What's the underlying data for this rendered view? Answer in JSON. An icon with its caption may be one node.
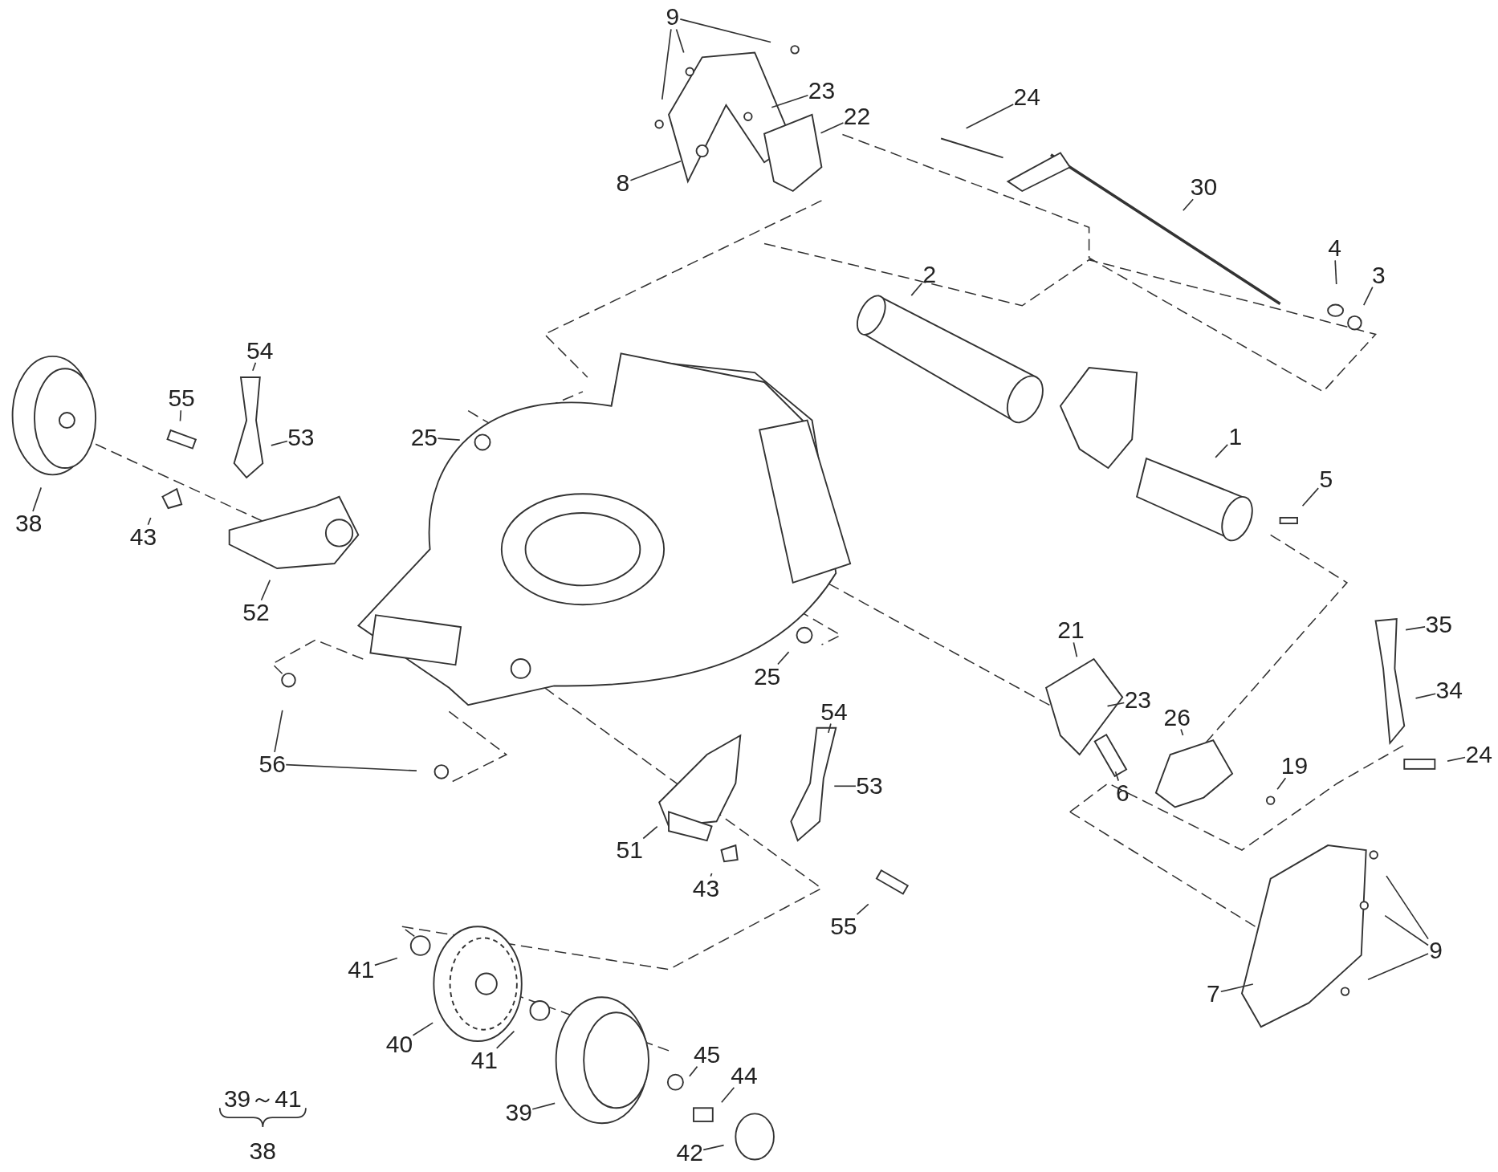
{
  "diagram": {
    "nodes": [
      {
        "text": [
          "9"
        ]
      },
      {
        "text": [
          "23"
        ]
      },
      {
        "text": [
          "22"
        ]
      },
      {
        "text": [
          "24"
        ]
      },
      {
        "text": [
          "8"
        ]
      },
      {
        "text": [
          "30"
        ]
      },
      {
        "text": [
          "2"
        ]
      },
      {
        "text": [
          "4"
        ]
      },
      {
        "text": [
          "3"
        ]
      },
      {
        "text": [
          "54"
        ]
      },
      {
        "text": [
          "55"
        ]
      },
      {
        "text": [
          "25"
        ]
      },
      {
        "text": [
          "53"
        ]
      },
      {
        "text": [
          "1"
        ]
      },
      {
        "text": [
          "5"
        ]
      },
      {
        "text": [
          "38"
        ]
      },
      {
        "text": [
          "43"
        ]
      },
      {
        "text": [
          "52"
        ]
      },
      {
        "text": [
          "35"
        ]
      },
      {
        "text": [
          "21"
        ]
      },
      {
        "text": [
          "25"
        ]
      },
      {
        "text": [
          "34"
        ]
      },
      {
        "text": [
          "23"
        ]
      },
      {
        "text": [
          "26"
        ]
      },
      {
        "text": [
          "24"
        ]
      },
      {
        "text": [
          "56"
        ]
      },
      {
        "text": [
          "19"
        ]
      },
      {
        "text": [
          "54"
        ]
      },
      {
        "text": [
          "53"
        ]
      },
      {
        "text": [
          "6"
        ]
      },
      {
        "text": [
          "51"
        ]
      },
      {
        "text": [
          "43"
        ]
      },
      {
        "text": [
          "55"
        ]
      },
      {
        "text": [
          "9"
        ]
      },
      {
        "text": [
          "41"
        ]
      },
      {
        "text": [
          "7"
        ]
      },
      {
        "text": [
          "40"
        ]
      },
      {
        "text": [
          "41"
        ]
      },
      {
        "text": [
          "45"
        ]
      },
      {
        "text": [
          "44"
        ]
      },
      {
        "text": [
          "39"
        ]
      },
      {
        "text": [
          "42"
        ]
      }
    ],
    "edges": [
      {
        "from": 0,
        "to": null,
        "arrow": "none"
      },
      {
        "from": 0,
        "to": null,
        "arrow": "none"
      },
      {
        "from": 0,
        "to": null,
        "arrow": "none"
      },
      {
        "from": 1,
        "to": null,
        "arrow": "none"
      },
      {
        "from": 2,
        "to": null,
        "arrow": "none"
      },
      {
        "from": 3,
        "to": null,
        "arrow": "none"
      },
      {
        "from": 4,
        "to": null,
        "arrow": "none"
      },
      {
        "from": 5,
        "to": null,
        "arrow": "none"
      },
      {
        "from": 6,
        "to": null,
        "arrow": "none"
      },
      {
        "from": 7,
        "to": null,
        "arrow": "none"
      },
      {
        "from": 8,
        "to": null,
        "arrow": "none"
      },
      {
        "from": 9,
        "to": null,
        "arrow": "none"
      },
      {
        "from": 10,
        "to": null,
        "arrow": "none"
      },
      {
        "from": 11,
        "to": null,
        "arrow": "none"
      },
      {
        "from": 12,
        "to": null,
        "arrow": "none"
      },
      {
        "from": 13,
        "to": null,
        "arrow": "none"
      },
      {
        "from": 14,
        "to": null,
        "arrow": "none"
      },
      {
        "from": 15,
        "to": null,
        "arrow": "none"
      },
      {
        "from": 16,
        "to": null,
        "arrow": "none"
      },
      {
        "from": 17,
        "to": null,
        "arrow": "none"
      },
      {
        "from": 18,
        "to": null,
        "arrow": "none"
      },
      {
        "from": 19,
        "to": null,
        "arrow": "none"
      },
      {
        "from": 20,
        "to": null,
        "arrow": "none"
      },
      {
        "from": 21,
        "to": null,
        "arrow": "none"
      },
      {
        "from": 22,
        "to": null,
        "arrow": "none"
      },
      {
        "from": 23,
        "to": null,
        "arrow": "none"
      },
      {
        "from": 24,
        "to": null,
        "arrow": "none"
      },
      {
        "from": 25,
        "to": null,
        "arrow": "none"
      },
      {
        "from": 25,
        "to": null,
        "arrow": "none"
      },
      {
        "from": 26,
        "to": null,
        "arrow": "none"
      },
      {
        "from": 27,
        "to": null,
        "arrow": "none"
      },
      {
        "from": 28,
        "to": null,
        "arrow": "none"
      },
      {
        "from": 29,
        "to": null,
        "arrow": "none"
      },
      {
        "from": 30,
        "to": null,
        "arrow": "none"
      },
      {
        "from": 31,
        "to": null,
        "arrow": "none"
      },
      {
        "from": 32,
        "to": null,
        "arrow": "none"
      },
      {
        "from": 33,
        "to": null,
        "arrow": "none"
      },
      {
        "from": 33,
        "to": null,
        "arrow": "none"
      },
      {
        "from": 33,
        "to": null,
        "arrow": "none"
      },
      {
        "from": 34,
        "to": null,
        "arrow": "none"
      },
      {
        "from": 35,
        "to": null,
        "arrow": "none"
      },
      {
        "from": 36,
        "to": null,
        "arrow": "none"
      },
      {
        "from": 37,
        "to": null,
        "arrow": "none"
      },
      {
        "from": 38,
        "to": null,
        "arrow": "none"
      },
      {
        "from": 39,
        "to": null,
        "arrow": "none"
      },
      {
        "from": 40,
        "to": null,
        "arrow": "none"
      },
      {
        "from": 41,
        "to": null,
        "arrow": "none"
      }
    ],
    "labels": [
      "39～41",
      "38"
    ]
  }
}
